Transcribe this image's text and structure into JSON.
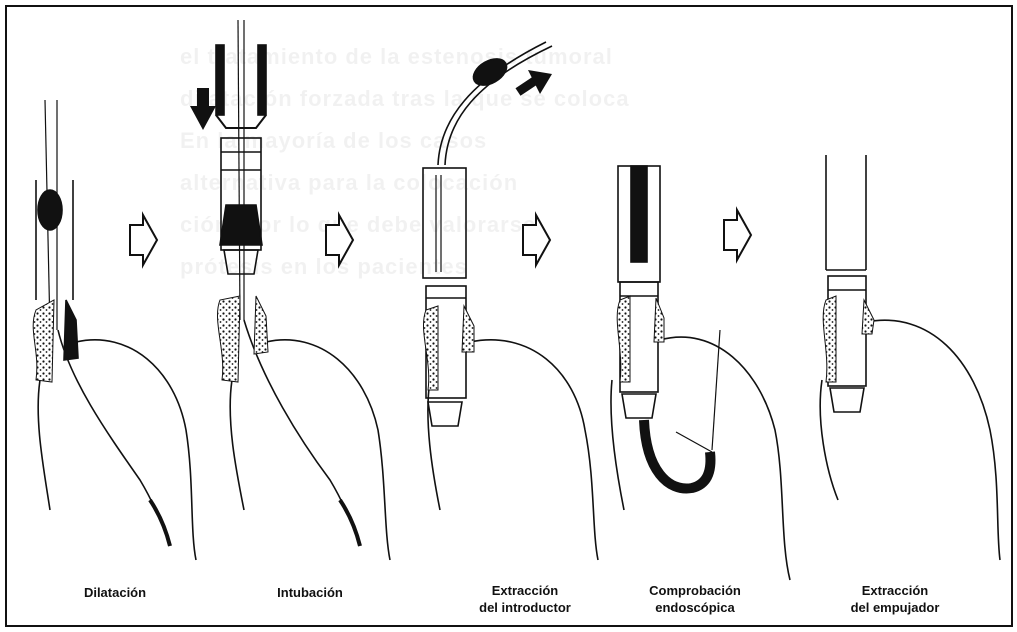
{
  "figure": {
    "steps": [
      {
        "label": "Dilatación"
      },
      {
        "label": "Intubación"
      },
      {
        "label": "Extracción\ndel introductor"
      },
      {
        "label": "Comprobación\nendoscópica"
      },
      {
        "label": "Extracción\ndel empujador"
      }
    ],
    "bleed_through_text": [
      "el tratamiento de la estenosis tumoral",
      "dilatación forzada tras la que se coloca",
      "En la mayoría de los casos",
      "alternativa para la colocación",
      "ción, por lo que debe valorarse",
      "prótesis en los pacientes"
    ],
    "colors": {
      "ink": "#111111",
      "background": "#ffffff"
    }
  }
}
